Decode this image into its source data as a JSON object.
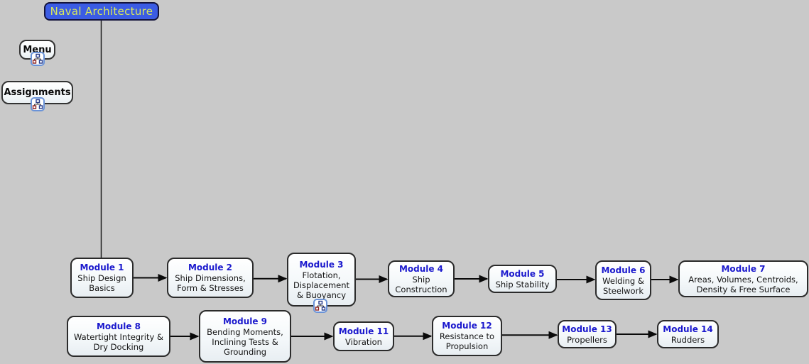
{
  "colors": {
    "background": "#c9c9c9",
    "title_bg": "#3b5ce4",
    "title_text": "#d9e85c",
    "module_title_text": "#1a18cd",
    "box_border": "#2b2b2b",
    "arrow": "#0a0a0a"
  },
  "root": {
    "title": "Naval Architecture"
  },
  "nav": {
    "menu_label": "Menu",
    "assignments_label": "Assignments"
  },
  "modules": [
    {
      "id": "module-1",
      "title": "Module 1",
      "subtitle": "Ship Design Basics",
      "has_icon": false
    },
    {
      "id": "module-2",
      "title": "Module 2",
      "subtitle": "Ship Dimensions, Form & Stresses",
      "has_icon": false
    },
    {
      "id": "module-3",
      "title": "Module 3",
      "subtitle": "Flotation, Displacement & Buoyancy",
      "has_icon": true
    },
    {
      "id": "module-4",
      "title": "Module 4",
      "subtitle": "Ship Construction",
      "has_icon": false
    },
    {
      "id": "module-5",
      "title": "Module 5",
      "subtitle": "Ship Stability",
      "has_icon": false
    },
    {
      "id": "module-6",
      "title": "Module 6",
      "subtitle": "Welding & Steelwork",
      "has_icon": false
    },
    {
      "id": "module-7",
      "title": "Module 7",
      "subtitle": "Areas, Volumes, Centroids, Density & Free Surface",
      "has_icon": false
    },
    {
      "id": "module-8",
      "title": "Module 8",
      "subtitle": "Watertight Integrity & Dry Docking",
      "has_icon": false
    },
    {
      "id": "module-9",
      "title": "Module 9",
      "subtitle": "Bending Moments, Inclining Tests & Grounding",
      "has_icon": false
    },
    {
      "id": "module-11",
      "title": "Module 11",
      "subtitle": "Vibration",
      "has_icon": false
    },
    {
      "id": "module-12",
      "title": "Module 12",
      "subtitle": "Resistance to Propulsion",
      "has_icon": false
    },
    {
      "id": "module-13",
      "title": "Module 13",
      "subtitle": "Propellers",
      "has_icon": false
    },
    {
      "id": "module-14",
      "title": "Module 14",
      "subtitle": "Rudders",
      "has_icon": false
    }
  ],
  "connections": [
    {
      "from": "root",
      "to": "module-1"
    },
    {
      "from": "module-1",
      "to": "module-2"
    },
    {
      "from": "module-2",
      "to": "module-3"
    },
    {
      "from": "module-3",
      "to": "module-4"
    },
    {
      "from": "module-4",
      "to": "module-5"
    },
    {
      "from": "module-5",
      "to": "module-6"
    },
    {
      "from": "module-6",
      "to": "module-7"
    },
    {
      "from": "module-8",
      "to": "module-9"
    },
    {
      "from": "module-9",
      "to": "module-11"
    },
    {
      "from": "module-11",
      "to": "module-12"
    },
    {
      "from": "module-12",
      "to": "module-13"
    },
    {
      "from": "module-13",
      "to": "module-14"
    }
  ]
}
